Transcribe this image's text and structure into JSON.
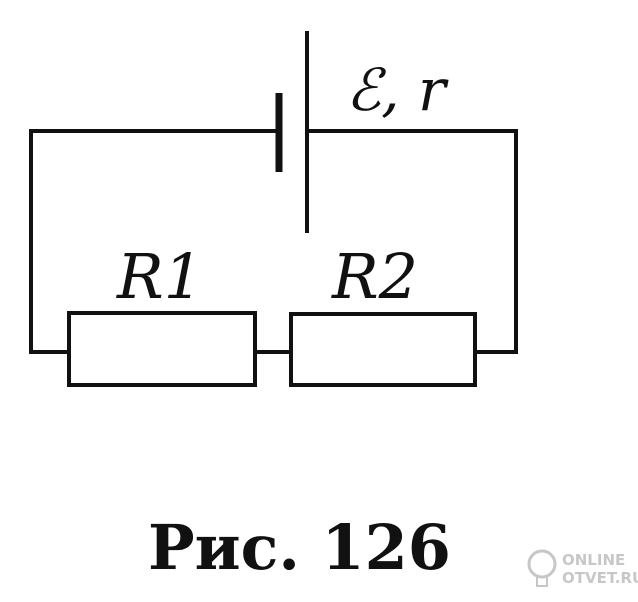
{
  "diagram": {
    "source_label": "ℰ, r",
    "resistor_1_label": "R1",
    "resistor_2_label": "R2",
    "caption": "Рис. 126"
  },
  "watermark": {
    "line_1": "ONLINE",
    "line_2": "OTVET.RU"
  },
  "colors": {
    "ink": "#111111",
    "watermark": "#c7c7c7"
  }
}
